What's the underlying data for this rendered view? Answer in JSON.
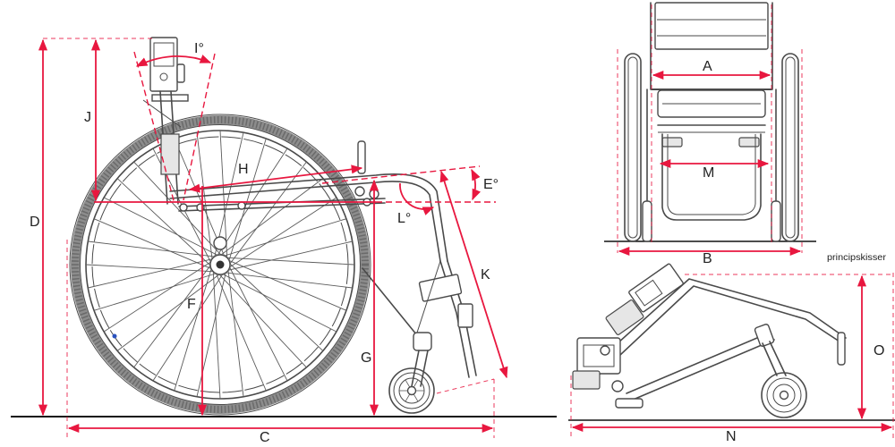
{
  "side_view": {
    "labels": {
      "D": "D",
      "J": "J",
      "I": "I°",
      "H": "H",
      "E": "E°",
      "L": "L°",
      "F": "F",
      "G": "G",
      "K": "K",
      "C": "C"
    }
  },
  "front_view": {
    "labels": {
      "A": "A",
      "M": "M",
      "B": "B"
    }
  },
  "folded_view": {
    "labels": {
      "N": "N",
      "O": "O"
    }
  },
  "caption": "principskisser",
  "colors": {
    "dimension": "#e8173f",
    "drawing": "#4a4a4a",
    "ground": "#111111"
  }
}
